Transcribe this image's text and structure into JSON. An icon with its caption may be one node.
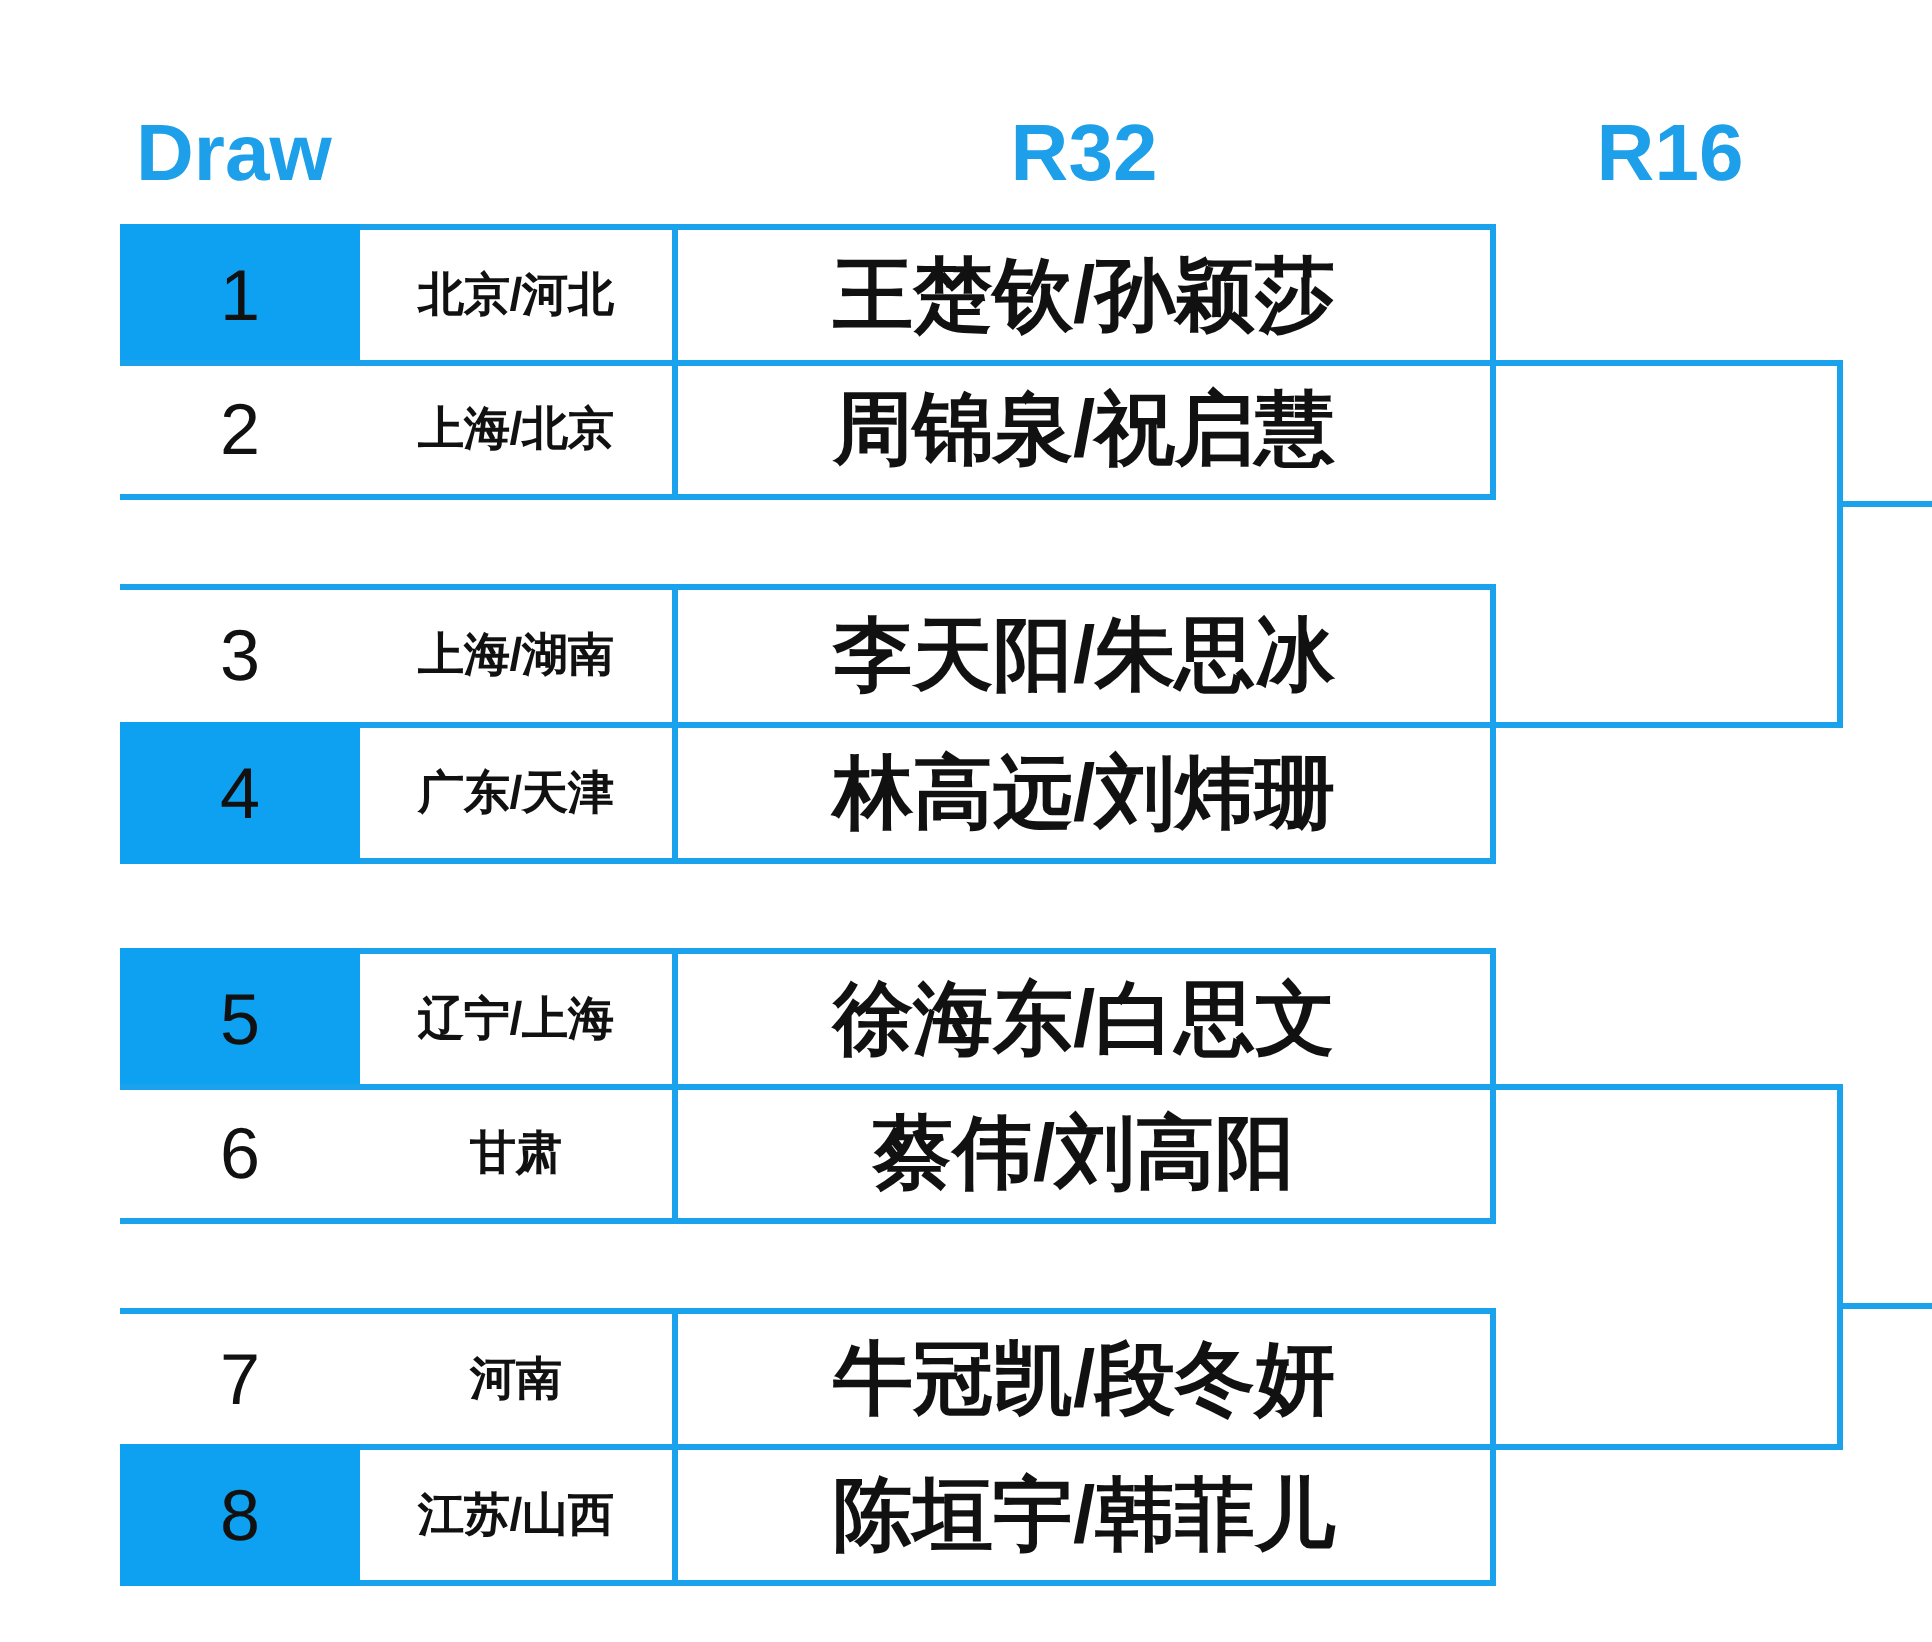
{
  "diagram": {
    "nodes": [
      {
        "text": [],
        "shape": "box"
      },
      {
        "text": [
          "1",
          "北京/河北",
          "王楚钦/孙颖莎"
        ],
        "in": 0
      },
      {
        "text": [
          "2",
          "上海/北京",
          "周锦泉/祝启慧"
        ],
        "in": 0
      },
      {
        "text": [],
        "shape": "box"
      },
      {
        "text": [
          "3",
          "上海/湖南",
          "李天阳/朱思冰"
        ],
        "in": 3
      },
      {
        "text": [
          "4",
          "广东/天津",
          "林高远/刘炜珊"
        ],
        "in": 3
      },
      {
        "text": [],
        "shape": "box"
      },
      {
        "text": [
          "5",
          "辽宁/上海",
          "徐海东/白思文"
        ],
        "in": 6
      },
      {
        "text": [
          "6",
          "甘肃",
          "蔡伟/刘高阳"
        ],
        "in": 6
      },
      {
        "text": [],
        "shape": "box"
      },
      {
        "text": [
          "7",
          "河南",
          "牛冠凯/段冬妍"
        ],
        "in": 9
      },
      {
        "text": [
          "8",
          "江苏/山西",
          "陈垣宇/韩菲儿"
        ],
        "in": 9
      }
    ],
    "edges": [
      {
        "from": 0,
        "to": null,
        "arrow": "none"
      },
      {
        "from": 3,
        "to": null,
        "arrow": "none"
      },
      {
        "from": 6,
        "to": null,
        "arrow": "none"
      },
      {
        "from": 9,
        "to": null,
        "arrow": "none"
      }
    ],
    "labels": [
      "Draw",
      "R32",
      "R16"
    ]
  }
}
